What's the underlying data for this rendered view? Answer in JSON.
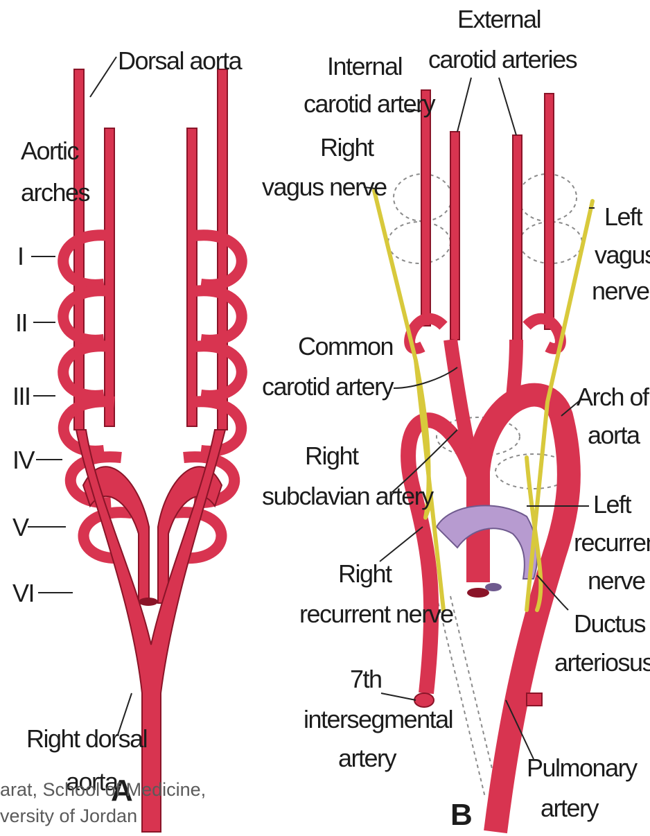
{
  "panel_a": {
    "panel_letter": "A",
    "dorsal_aorta": "Dorsal aorta",
    "aortic_arches": [
      "Aortic",
      "arches"
    ],
    "arch_numerals": [
      "I",
      "II",
      "III",
      "IV",
      "V",
      "VI"
    ],
    "right_dorsal_aorta": [
      "Right dorsal",
      "aorta"
    ]
  },
  "panel_b": {
    "panel_letter": "B",
    "external_carotid": [
      "External",
      "carotid arteries"
    ],
    "internal_carotid": [
      "Internal",
      "carotid artery"
    ],
    "right_vagus": [
      "Right",
      "vagus nerve"
    ],
    "left_vagus": [
      "Left",
      "vagus",
      "nerve"
    ],
    "common_carotid": [
      "Common",
      "carotid artery"
    ],
    "arch_of_aorta": [
      "Arch of",
      "aorta"
    ],
    "right_subclavian": [
      "Right",
      "subclavian artery"
    ],
    "left_recurrent": [
      "Left",
      "recurrent",
      "nerve"
    ],
    "right_recurrent": [
      "Right",
      "recurrent nerve"
    ],
    "ductus": [
      "Ductus",
      "arteriosus"
    ],
    "intersegmental": [
      "7th",
      "intersegmental",
      "artery"
    ],
    "pulmonary": [
      "Pulmonary",
      "artery"
    ]
  },
  "footer": [
    "arat, School of Medicine,",
    "versity of Jordan"
  ],
  "colors": {
    "artery": "#d83450",
    "artery_outline": "#8a1428",
    "nerve": "#d8c93c",
    "pulmonary": "#b79bd0",
    "text": "#1c1c1c"
  }
}
